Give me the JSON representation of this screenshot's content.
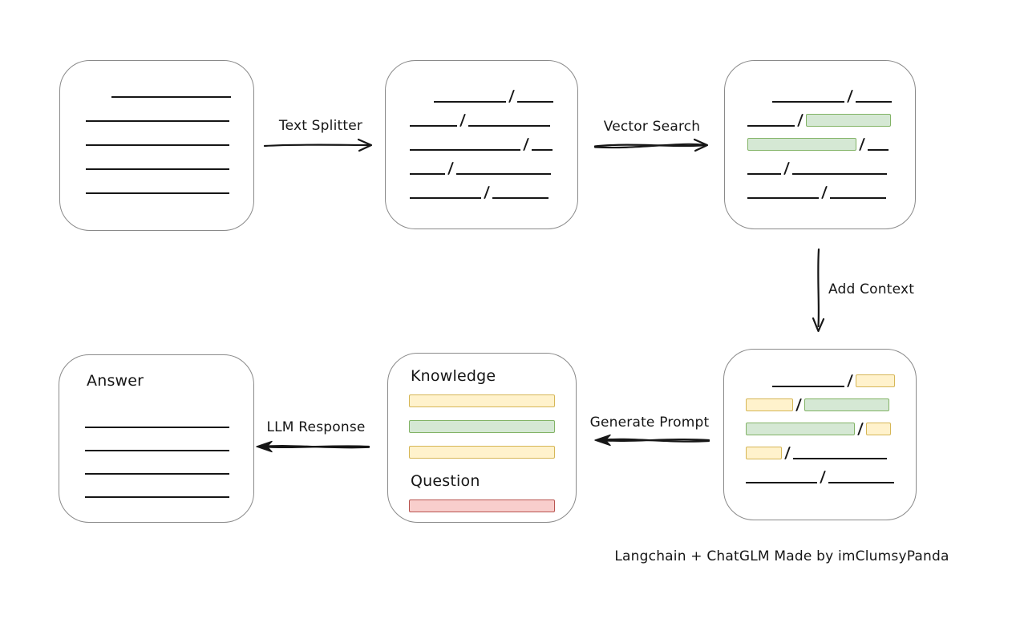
{
  "caption": "Langchain + ChatGLM Made by imClumsyPanda",
  "colors": {
    "green_fill": "#d5e8d4",
    "green_stroke": "#82b366",
    "yellow_fill": "#fff2cc",
    "yellow_stroke": "#d6b656",
    "red_fill": "#f8cecc",
    "red_stroke": "#b85450",
    "ink": "#161616",
    "box_border": "#8a8a8a"
  },
  "arrows": {
    "text_splitter": {
      "label": "Text Splitter",
      "direction": "right"
    },
    "vector_search": {
      "label": "Vector Search",
      "direction": "right"
    },
    "add_context": {
      "label": "Add Context",
      "direction": "down"
    },
    "generate_prompt": {
      "label": "Generate Prompt",
      "direction": "left"
    },
    "llm_response": {
      "label": "LLM Response",
      "direction": "left"
    }
  },
  "boxes": {
    "document": {
      "description": "source document with plain text lines",
      "rows": [
        [
          [
            "sp",
            28
          ],
          [
            "ln",
            149
          ]
        ],
        [
          [
            "ln",
            179
          ]
        ],
        [
          [
            "ln",
            179
          ]
        ],
        [
          [
            "ln",
            179
          ]
        ],
        [
          [
            "ln",
            179
          ]
        ]
      ]
    },
    "chunks": {
      "description": "text split into chunks separated by slashes",
      "rows": [
        [
          [
            "sp",
            26
          ],
          [
            "ln",
            90
          ],
          [
            "sl"
          ],
          [
            "ln",
            45
          ]
        ],
        [
          [
            "ln",
            59
          ],
          [
            "sl"
          ],
          [
            "ln",
            102
          ]
        ],
        [
          [
            "ln",
            138
          ],
          [
            "sl"
          ],
          [
            "ln",
            26
          ]
        ],
        [
          [
            "ln",
            44
          ],
          [
            "sl"
          ],
          [
            "ln",
            118
          ]
        ],
        [
          [
            "ln",
            89
          ],
          [
            "sl"
          ],
          [
            "ln",
            70
          ]
        ]
      ]
    },
    "vector": {
      "description": "vector search result with matched chunks highlighted green",
      "rows": [
        [
          [
            "sp",
            27
          ],
          [
            "ln",
            90
          ],
          [
            "sl"
          ],
          [
            "ln",
            45
          ]
        ],
        [
          [
            "ln",
            59
          ],
          [
            "sl"
          ],
          [
            "gr",
            106
          ]
        ],
        [
          [
            "gr",
            136
          ],
          [
            "sl"
          ],
          [
            "ln",
            26
          ]
        ],
        [
          [
            "ln",
            42
          ],
          [
            "sl"
          ],
          [
            "ln",
            118
          ]
        ],
        [
          [
            "ln",
            89
          ],
          [
            "sl"
          ],
          [
            "ln",
            70
          ]
        ]
      ]
    },
    "context": {
      "description": "context added around matches, highlighted yellow and green",
      "rows": [
        [
          [
            "sp",
            29
          ],
          [
            "ln",
            90
          ],
          [
            "sl"
          ],
          [
            "ye",
            49
          ]
        ],
        [
          [
            "ye",
            59
          ],
          [
            "sl"
          ],
          [
            "gr",
            106
          ]
        ],
        [
          [
            "gr",
            136
          ],
          [
            "sl"
          ],
          [
            "ye",
            31
          ]
        ],
        [
          [
            "ye",
            45
          ],
          [
            "sl"
          ],
          [
            "ln",
            117
          ]
        ],
        [
          [
            "ln",
            89
          ],
          [
            "sl"
          ],
          [
            "ln",
            82
          ]
        ]
      ]
    },
    "prompt": {
      "knowledge_label": "Knowledge",
      "question_label": "Question",
      "knowledge_bars": [
        "yellow",
        "green",
        "yellow"
      ],
      "question_bars": [
        "red"
      ]
    },
    "answer": {
      "heading": "Answer",
      "rows": [
        [
          [
            "ln",
            180
          ]
        ],
        [
          [
            "ln",
            180
          ]
        ],
        [
          [
            "ln",
            180
          ]
        ],
        [
          [
            "ln",
            180
          ]
        ]
      ]
    }
  }
}
